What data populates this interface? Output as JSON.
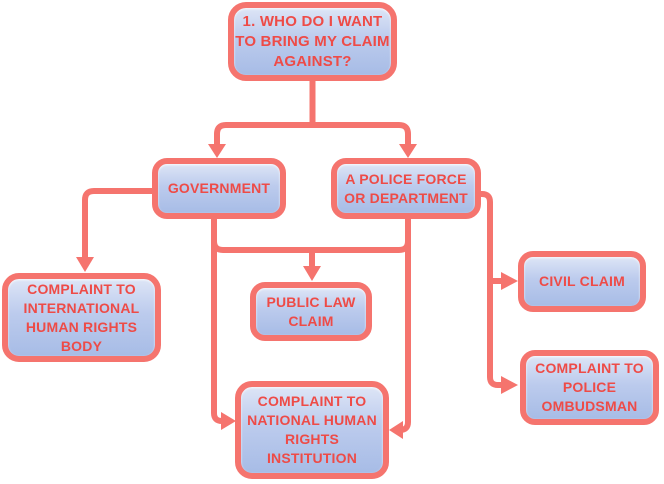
{
  "diagram": {
    "nodes": {
      "question": {
        "label": "1. WHO DO I WANT\nTO BRING MY CLAIM\nAGAINST?"
      },
      "government": {
        "label": "GOVERNMENT"
      },
      "police": {
        "label": "A POLICE FORCE\nOR DEPARTMENT"
      },
      "international": {
        "label": "COMPLAINT TO\nINTERNATIONAL\nHUMAN RIGHTS\nBODY"
      },
      "public_law": {
        "label": "PUBLIC LAW\nCLAIM"
      },
      "national": {
        "label": "COMPLAINT TO\nNATIONAL HUMAN\nRIGHTS\nINSTITUTION"
      },
      "civil": {
        "label": "CIVIL CLAIM"
      },
      "ombudsman": {
        "label": "COMPLAINT TO\nPOLICE\nOMBUDSMAN"
      }
    },
    "edges": [
      {
        "from": "question",
        "to": "government"
      },
      {
        "from": "question",
        "to": "police"
      },
      {
        "from": "government",
        "to": "international"
      },
      {
        "from": "government",
        "to": "public_law"
      },
      {
        "from": "government",
        "to": "national"
      },
      {
        "from": "police",
        "to": "public_law"
      },
      {
        "from": "police",
        "to": "national"
      },
      {
        "from": "police",
        "to": "civil"
      },
      {
        "from": "police",
        "to": "ombudsman"
      }
    ],
    "colors": {
      "line": "#f5746e",
      "border": "#f5746e",
      "text": "#ee4b47",
      "box_fill_top": "#dde5f6",
      "box_fill_bottom": "#a7bce6",
      "background": "#ffffff"
    }
  }
}
